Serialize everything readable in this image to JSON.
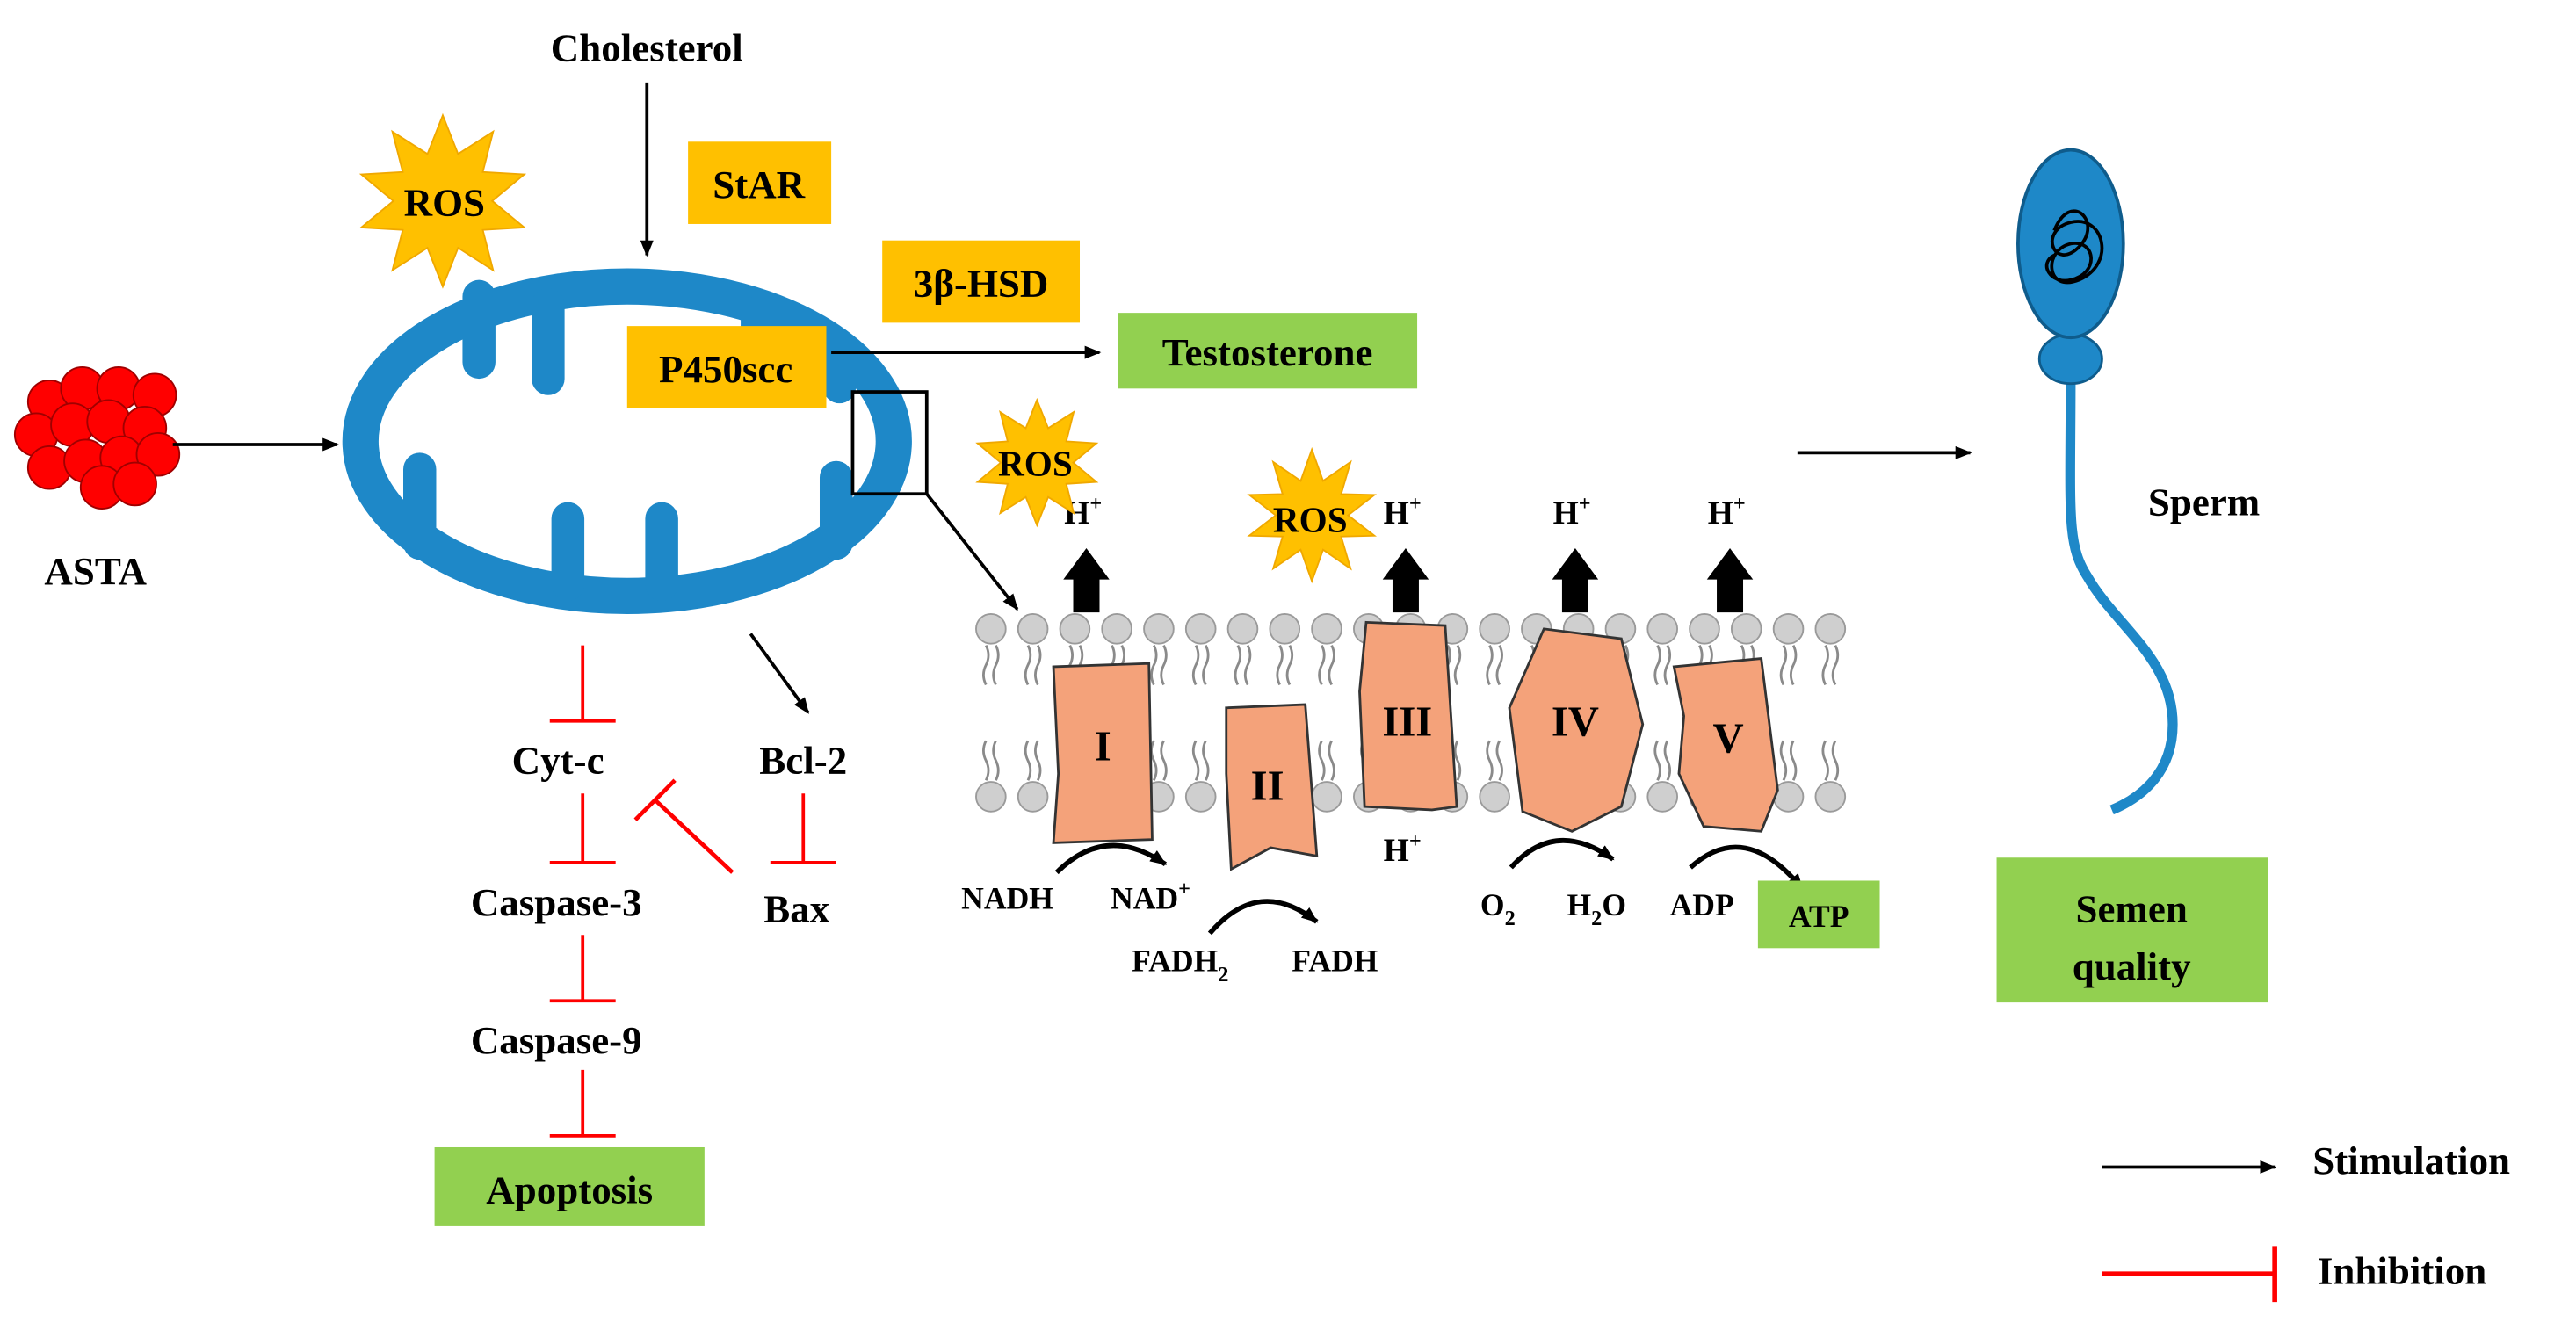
{
  "labels": {
    "cholesterol": "Cholesterol",
    "asta": "ASTA",
    "ros": "ROS",
    "star": "StAR",
    "hsd": "3β-HSD",
    "p450scc": "P450scc",
    "testosterone": "Testosterone",
    "sperm": "Sperm",
    "semen_quality_line1": "Semen",
    "semen_quality_line2": "quality",
    "cytc": "Cyt-c",
    "bcl2": "Bcl-2",
    "bax": "Bax",
    "caspase3": "Caspase-3",
    "caspase9": "Caspase-9",
    "apoptosis": "Apoptosis",
    "complex_1": "I",
    "complex_2": "II",
    "complex_3": "III",
    "complex_4": "IV",
    "complex_5": "V",
    "nadh": "NADH",
    "nad_plus": "NAD",
    "fadh2": "FADH",
    "fadh": "FADH",
    "o2": "O",
    "h2o_h": "H",
    "h2o_o": "O",
    "adp": "ADP",
    "atp": "ATP",
    "h_plus": "H",
    "plus_sign": "+",
    "subscript_2": "2"
  },
  "legend": {
    "stimulation": "Stimulation",
    "inhibition": "Inhibition"
  },
  "colors": {
    "mitochondria_blue": "#1e88c8",
    "sperm_blue": "#1e88c8",
    "enzyme_box": "#ffc000",
    "result_box": "#92d050",
    "complex_fill": "#f4a27a",
    "inhibition_red": "#ff0000",
    "ros_star": "#ffc000",
    "asta_red": "#ff0000",
    "membrane_grey": "#cccccc"
  },
  "icons": {
    "ros_burst": "star-burst-icon",
    "asta_cluster": "red-sphere-cluster-icon",
    "mitochondrion": "mitochondrion-icon",
    "sperm_cell": "sperm-cell-icon"
  }
}
